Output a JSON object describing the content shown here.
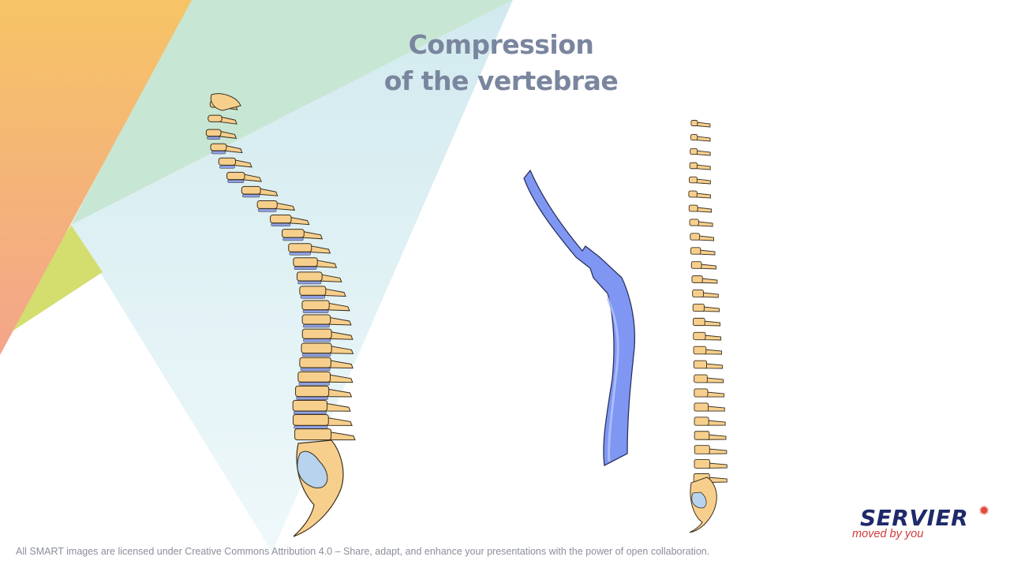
{
  "slide": {
    "title_line1": "Compression",
    "title_line2": "of the vertebrae",
    "footer": "All SMART images are licensed under Creative Commons Attribution 4.0 – Share, adapt, and enhance your presentations with the power of open collaboration."
  },
  "logo": {
    "brand": "SERVIER",
    "tagline": "moved by you",
    "mark": "✹"
  },
  "colors": {
    "bone": "#f7cf8c",
    "bone_outline": "#3a3020",
    "disc": "#8fa0e6",
    "sacral_fill": "#b8d3ee",
    "cord": "#7f97f2",
    "title": "#7a869e",
    "brand_navy": "#1f2a6b",
    "brand_red": "#d13a3a"
  },
  "illustrations": {
    "left": "lateral-spine-with-discs",
    "middle": "isolated-compressed-column",
    "right": "separated-vertebrae-column"
  }
}
